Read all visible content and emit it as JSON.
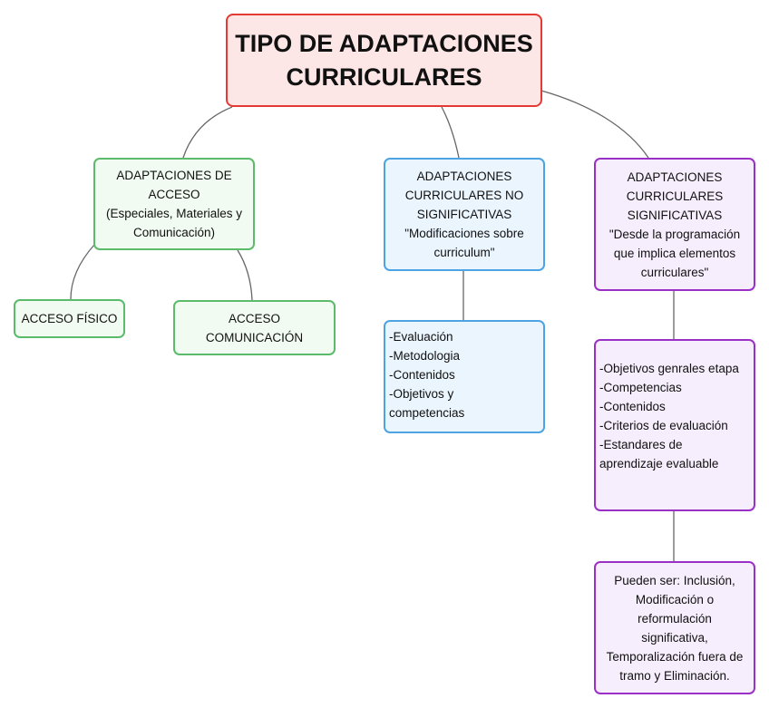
{
  "colors": {
    "root_border": "#e53935",
    "root_fill": "#fde6e6",
    "access_border": "#5cbb6a",
    "access_fill": "#f1fbf1",
    "nonsig_border": "#4ea4e3",
    "nonsig_fill": "#eaf5fe",
    "sig_border": "#9b30c6",
    "sig_fill": "#f6eefc",
    "connector": "#666666"
  },
  "nodes": {
    "root": [
      "TIPO DE ADAPTACIONES",
      "CURRICULARES"
    ],
    "acceso": [
      "ADAPTACIONES DE",
      "ACCESO",
      "(Especiales, Materiales y",
      "Comunicación)"
    ],
    "acceso_fisico": [
      "ACCESO FÍSICO"
    ],
    "acceso_comunicacion": [
      "ACCESO",
      "COMUNICACIÓN"
    ],
    "no_significativas": [
      "ADAPTACIONES",
      "CURRICULARES NO",
      "SIGNIFICATIVAS",
      "\"Modificaciones sobre",
      "curriculum\""
    ],
    "no_significativas_items": [
      "-Evaluación",
      "-Metodologia",
      "-Contenidos",
      "-Objetivos y",
      "competencias"
    ],
    "significativas": [
      "ADAPTACIONES",
      "CURRICULARES",
      "SIGNIFICATIVAS",
      "\"Desde la programación",
      "que implica elementos",
      "curriculares\""
    ],
    "significativas_items": [
      "-Objetivos genrales etapa",
      "-Competencias",
      "-Contenidos",
      "-Criterios de evaluación",
      "-Estandares de",
      "aprendizaje evaluable"
    ],
    "pueden_ser": [
      "Pueden ser: Inclusión,",
      "Modificación o",
      "reformulación",
      "significativa,",
      "Temporalización fuera de",
      "tramo y Eliminación."
    ]
  }
}
